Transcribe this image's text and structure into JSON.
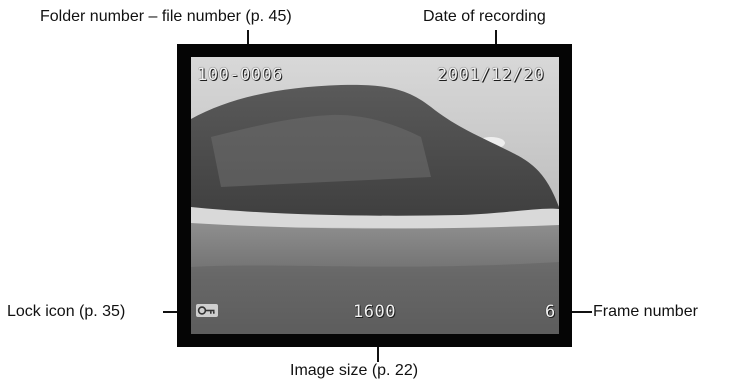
{
  "callouts": {
    "folder_file": "Folder number – file number (p. 45)",
    "date": "Date of recording",
    "lock": "Lock icon (p. 35)",
    "frame": "Frame number",
    "image_size": "Image size (p. 22)"
  },
  "display": {
    "folder_file_number": "100-0006",
    "date": "2001/12/20",
    "image_size": "1600",
    "frame_number": "6",
    "lock_icon": "key-lock-icon"
  },
  "colors": {
    "frame": "#050505",
    "overlay_text": "#f2f2f2",
    "leader": "#111111"
  }
}
